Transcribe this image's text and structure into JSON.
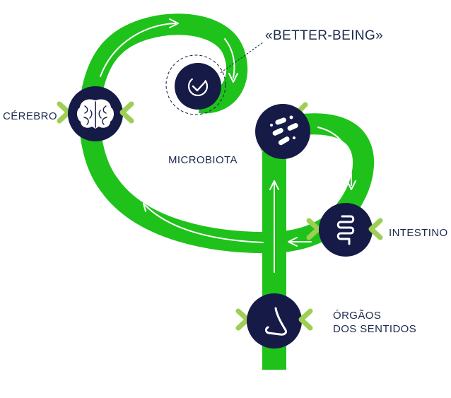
{
  "colors": {
    "track": "#1fc21a",
    "node": "#161a46",
    "chevron": "#9ccf54",
    "text": "#1c2a4a",
    "arrow": "#ffffff",
    "background": "#ffffff"
  },
  "labels": {
    "better_being": "«BETTER-BEING»",
    "cerebro": "CÉREBRO",
    "microbiota": "MICROBIOTA",
    "intestino": "INTESTINO",
    "orgaos_line1": "ÓRGÃOS",
    "orgaos_line2": "DOS SENTIDOS"
  },
  "nodes": [
    {
      "id": "better-being",
      "icon": "check-icon"
    },
    {
      "id": "cerebro",
      "icon": "brain-icon"
    },
    {
      "id": "microbiota",
      "icon": "bacteria-icon"
    },
    {
      "id": "intestino",
      "icon": "intestine-icon"
    },
    {
      "id": "orgaos-dos-sentidos",
      "icon": "nose-icon"
    }
  ]
}
